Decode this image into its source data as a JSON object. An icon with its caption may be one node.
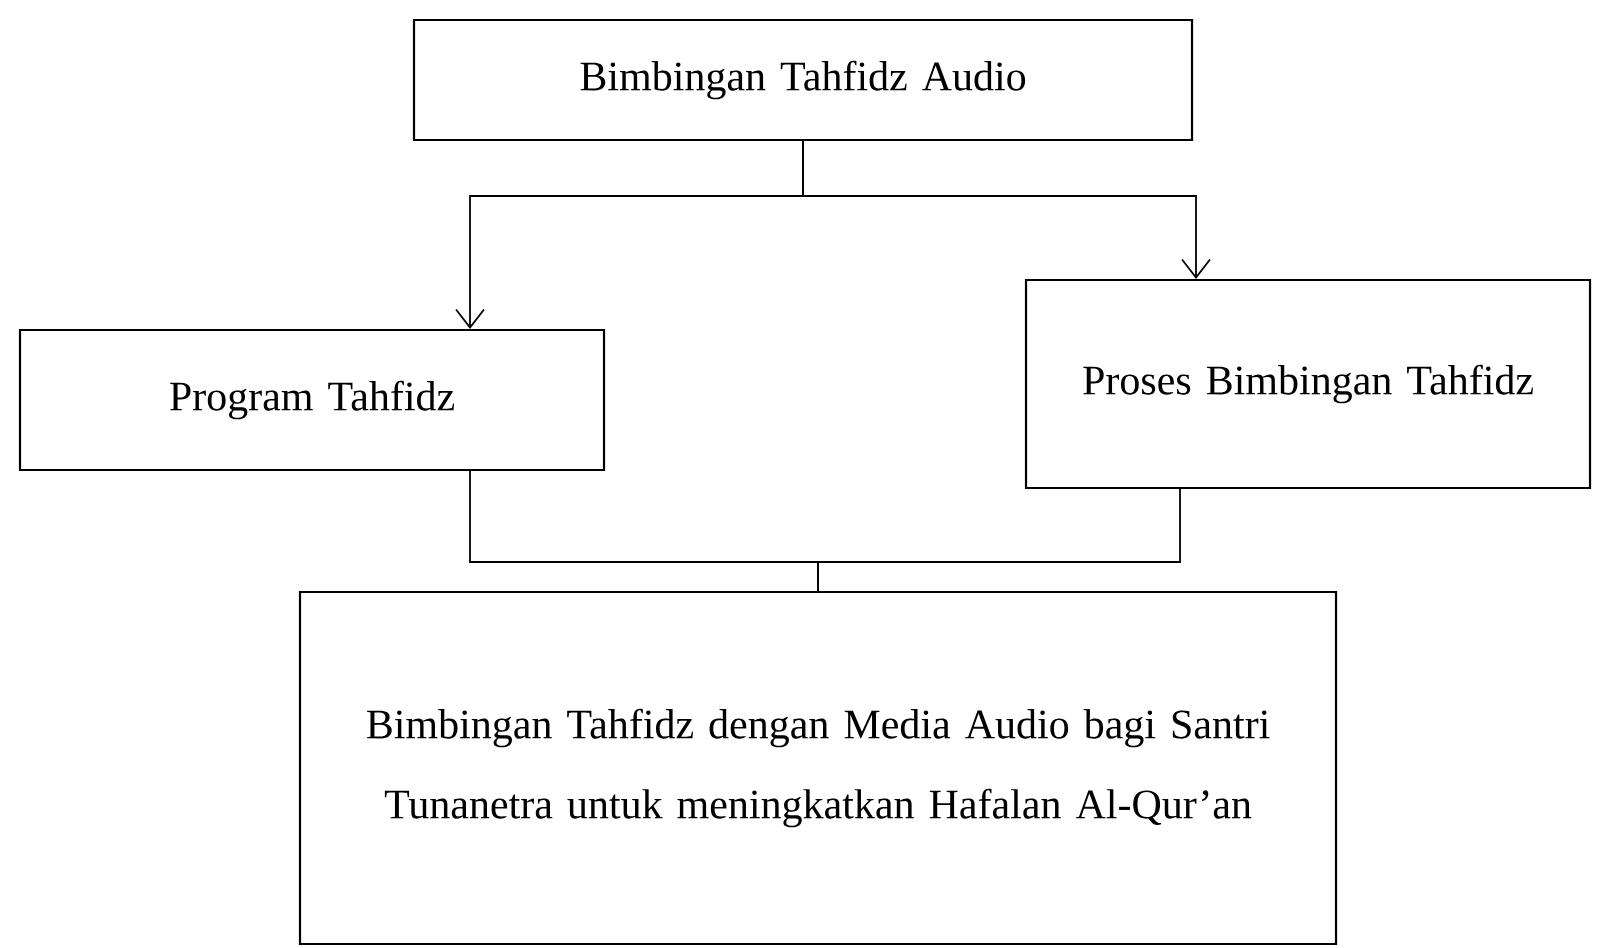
{
  "diagram": {
    "nodes": [
      {
        "text": [
          "Bimbingan Tahfidz Audio"
        ]
      },
      {
        "text": [
          "Program Tahfidz"
        ]
      },
      {
        "text": [
          "Proses Bimbingan Tahfidz"
        ]
      },
      {
        "text": [
          "Bimbingan Tahfidz dengan Media Audio bagi Santri Tunanetra untuk meningkatkan Hafalan Al-Qur’an"
        ]
      }
    ],
    "edges": [
      {
        "from": 0,
        "to": 1,
        "arrow": "to"
      },
      {
        "from": 0,
        "to": 2,
        "arrow": "to"
      },
      {
        "from": 1,
        "to": 3,
        "arrow": "none"
      },
      {
        "from": 2,
        "to": 3,
        "arrow": "none"
      }
    ]
  }
}
